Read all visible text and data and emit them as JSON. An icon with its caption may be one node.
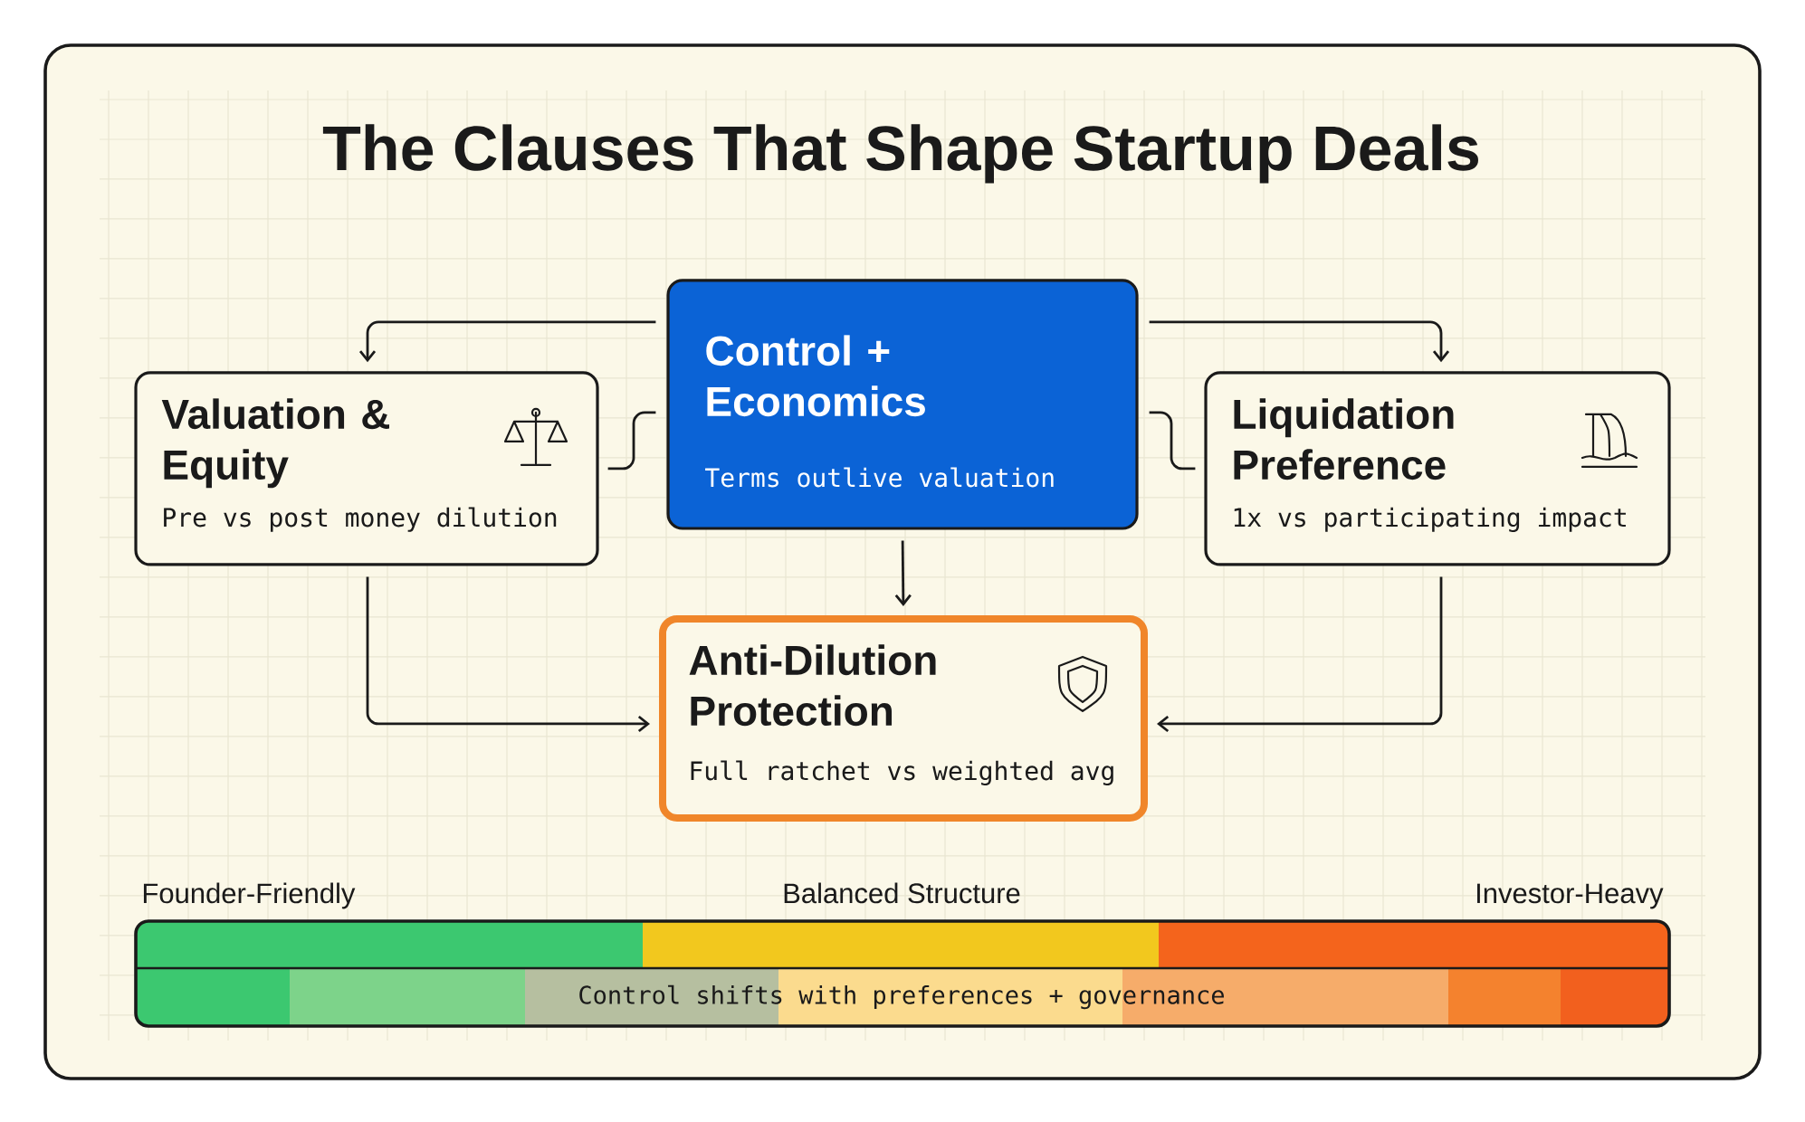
{
  "diagram": {
    "title": "The Clauses That Shape Startup Deals",
    "nodes": [
      {
        "text": [
          "Control + Economics",
          "Terms outlive valuation"
        ]
      },
      {
        "text": [
          "Valuation & Equity",
          "Pre vs post money dilution"
        ]
      },
      {
        "text": [
          "Liquidation Preference",
          "1x vs participating impact"
        ]
      },
      {
        "text": [
          "Anti-Dilution Protection",
          "Full ratchet vs weighted avg"
        ]
      },
      {
        "text": [
          "Control shifts with preferences + governance"
        ]
      }
    ],
    "edges": [
      {
        "from": 0,
        "to": 1,
        "arrow": "to"
      },
      {
        "from": 0,
        "to": 1,
        "arrow": "none"
      },
      {
        "from": 0,
        "to": 2,
        "arrow": "to"
      },
      {
        "from": 0,
        "to": 2,
        "arrow": "none"
      },
      {
        "from": 0,
        "to": 3,
        "arrow": "to"
      },
      {
        "from": 1,
        "to": 3,
        "arrow": "to"
      },
      {
        "from": 2,
        "to": 3,
        "arrow": "to"
      }
    ],
    "labels": [
      "Founder-Friendly",
      "Balanced Structure",
      "Investor-Heavy"
    ]
  }
}
